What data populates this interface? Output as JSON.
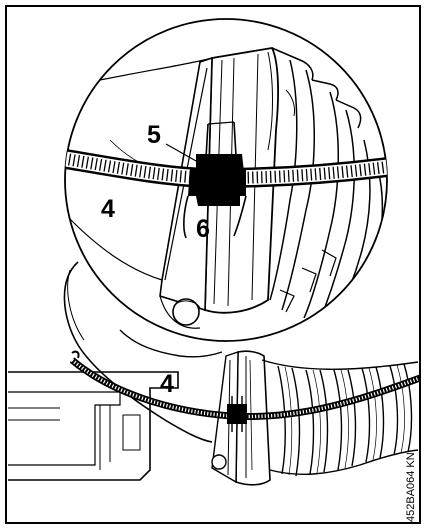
{
  "figure": {
    "callouts": {
      "clamp_detail": "5",
      "band_detail": "4",
      "buckle_detail": "6",
      "band_main": "4"
    },
    "reference_code": "452BA064 KN"
  },
  "colors": {
    "ink": "#000000",
    "paper": "#ffffff"
  }
}
